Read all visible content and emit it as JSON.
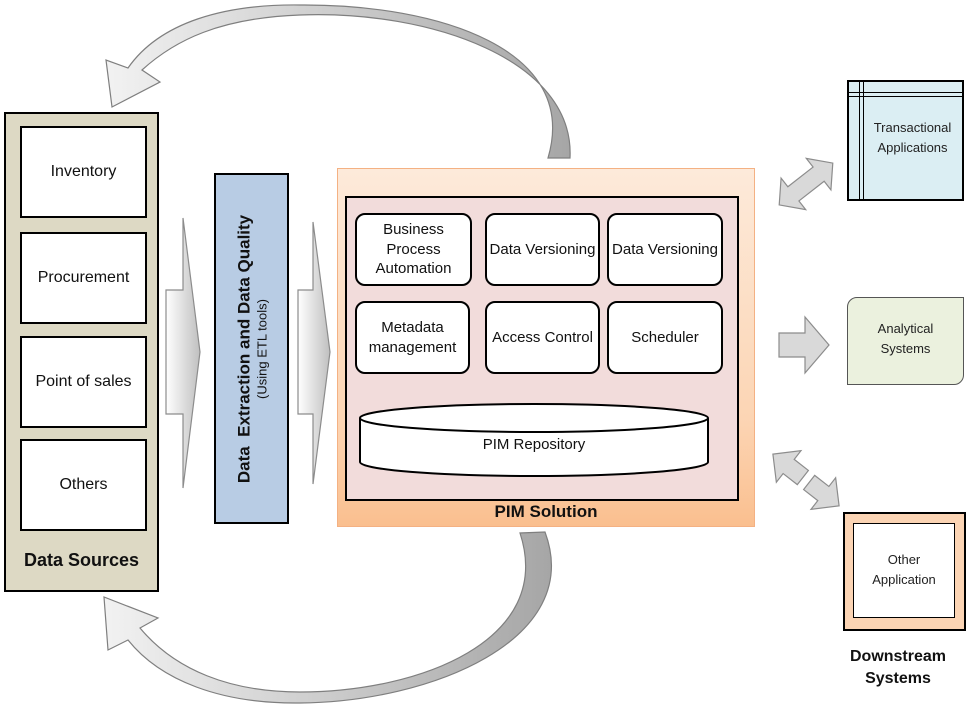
{
  "data_sources": {
    "title": "Data Sources",
    "items": [
      "Inventory",
      "Procurement",
      "Point of sales",
      "Others"
    ]
  },
  "etl": {
    "title": "Data  Extraction and Data Quality",
    "subtitle": "(Using ETL tools)"
  },
  "pim": {
    "title": "PIM Solution",
    "modules": [
      "Business Process Automation",
      "Data Versioning",
      "Data Versioning",
      "Metadata management",
      "Access Control",
      "Scheduler"
    ],
    "repository": "PIM Repository"
  },
  "downstream": {
    "transactional": "Transactional Applications",
    "analytical": "Analytical Systems",
    "other": "Other Application",
    "title": "Downstream Systems"
  },
  "colors": {
    "data_sources_bg": "#ddd9c4",
    "etl_bg": "#b8cce4",
    "pim_inner_bg": "#f2dcdb",
    "pim_outer_bg": "#fcd5b4",
    "transactional_bg": "#dbeef3",
    "analytical_bg": "#ebf1de",
    "other_bg": "#fbd4b4",
    "arrow_fill": "#d9d9d9"
  }
}
